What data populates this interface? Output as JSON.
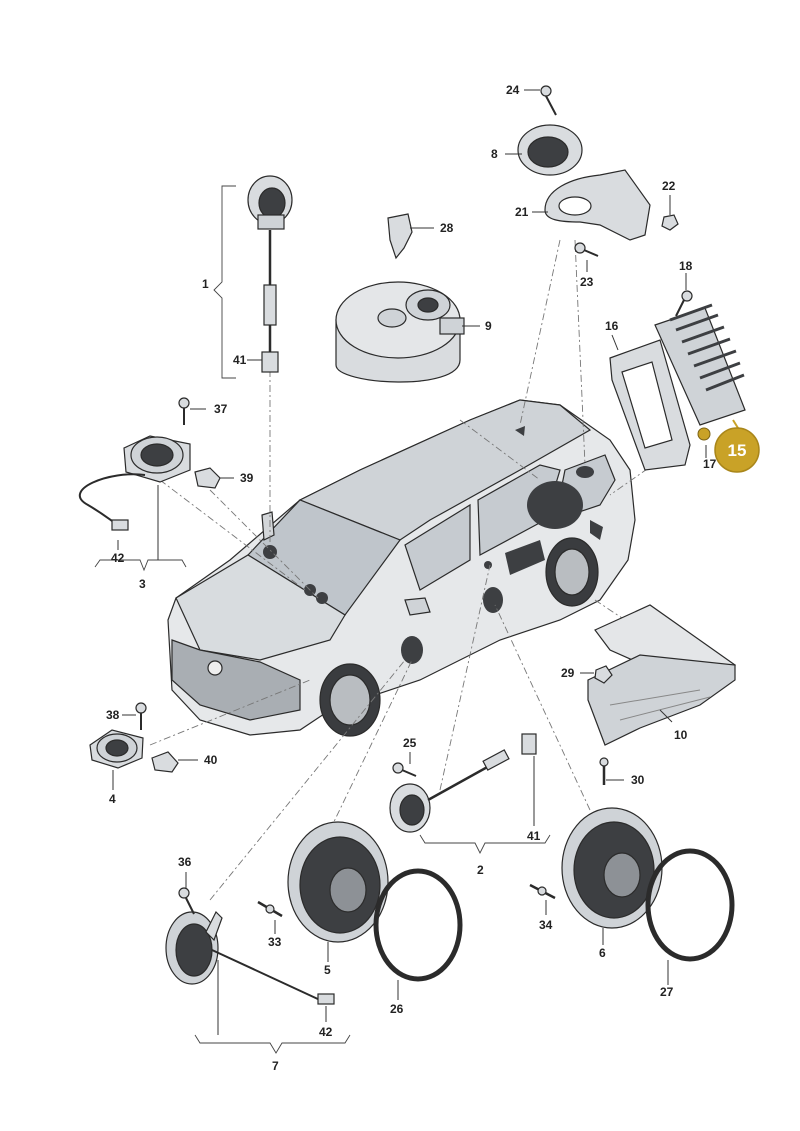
{
  "diagram": {
    "labels": {
      "p1": "1",
      "p2": "2",
      "p3": "3",
      "p4": "4",
      "p5": "5",
      "p6": "6",
      "p7": "7",
      "p8": "8",
      "p9": "9",
      "p10": "10",
      "p15": "15",
      "p16": "16",
      "p17": "17",
      "p18": "18",
      "p21": "21",
      "p22": "22",
      "p23": "23",
      "p24": "24",
      "p25": "25",
      "p26": "26",
      "p27": "27",
      "p28": "28",
      "p29": "29",
      "p30": "30",
      "p33": "33",
      "p34": "34",
      "p36": "36",
      "p37": "37",
      "p38": "38",
      "p39": "39",
      "p40": "40",
      "p41a": "41",
      "p41b": "41",
      "p42a": "42",
      "p42b": "42"
    },
    "highlight": {
      "part": "15",
      "color": "#c9a227"
    },
    "colors": {
      "car_body": "#e4e6e8",
      "part_fill": "#d9dcdf",
      "speaker_dark": "#3d3f42"
    }
  }
}
